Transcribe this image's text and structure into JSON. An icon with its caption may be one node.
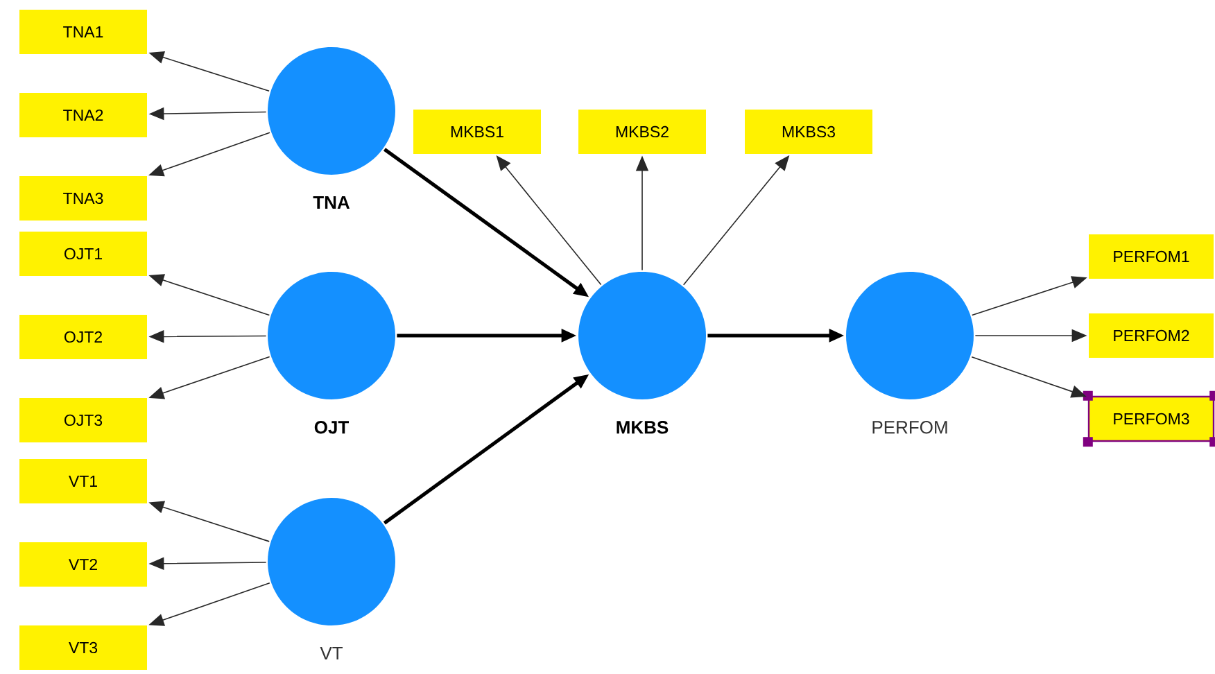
{
  "diagram": {
    "nodes": [
      {
        "text": [
          "TNA"
        ]
      },
      {
        "text": [
          "OJT"
        ]
      },
      {
        "text": [
          "VT"
        ]
      },
      {
        "text": [
          "MKBS"
        ]
      },
      {
        "text": [
          "PERFOM"
        ]
      },
      {
        "text": [
          "TNA1"
        ]
      },
      {
        "text": [
          "TNA2"
        ]
      },
      {
        "text": [
          "TNA3"
        ]
      },
      {
        "text": [
          "OJT1"
        ]
      },
      {
        "text": [
          "OJT2"
        ]
      },
      {
        "text": [
          "OJT3"
        ]
      },
      {
        "text": [
          "VT1"
        ]
      },
      {
        "text": [
          "VT2"
        ]
      },
      {
        "text": [
          "VT3"
        ]
      },
      {
        "text": [
          "MKBS1"
        ]
      },
      {
        "text": [
          "MKBS2"
        ]
      },
      {
        "text": [
          "MKBS3"
        ]
      },
      {
        "text": [
          "PERFOM1"
        ]
      },
      {
        "text": [
          "PERFOM2"
        ]
      },
      {
        "text": [
          "PERFOM3"
        ]
      }
    ],
    "edges": [
      {
        "from": 0,
        "to": 3,
        "arrow": "to",
        "style": "thick"
      },
      {
        "from": 1,
        "to": 3,
        "arrow": "to",
        "style": "thick"
      },
      {
        "from": 2,
        "to": 3,
        "arrow": "to",
        "style": "thick"
      },
      {
        "from": 3,
        "to": 4,
        "arrow": "to",
        "style": "thick"
      },
      {
        "from": 0,
        "to": 5,
        "arrow": "to"
      },
      {
        "from": 0,
        "to": 6,
        "arrow": "to"
      },
      {
        "from": 0,
        "to": 7,
        "arrow": "to"
      },
      {
        "from": 1,
        "to": 8,
        "arrow": "to"
      },
      {
        "from": 1,
        "to": 9,
        "arrow": "to"
      },
      {
        "from": 1,
        "to": 10,
        "arrow": "to"
      },
      {
        "from": 2,
        "to": 11,
        "arrow": "to"
      },
      {
        "from": 2,
        "to": 12,
        "arrow": "to"
      },
      {
        "from": 2,
        "to": 13,
        "arrow": "to"
      },
      {
        "from": 3,
        "to": 14,
        "arrow": "to"
      },
      {
        "from": 3,
        "to": 15,
        "arrow": "to"
      },
      {
        "from": 3,
        "to": 16,
        "arrow": "to"
      },
      {
        "from": 4,
        "to": 17,
        "arrow": "to"
      },
      {
        "from": 4,
        "to": 18,
        "arrow": "to"
      },
      {
        "from": 4,
        "to": 19,
        "arrow": "to"
      }
    ]
  }
}
